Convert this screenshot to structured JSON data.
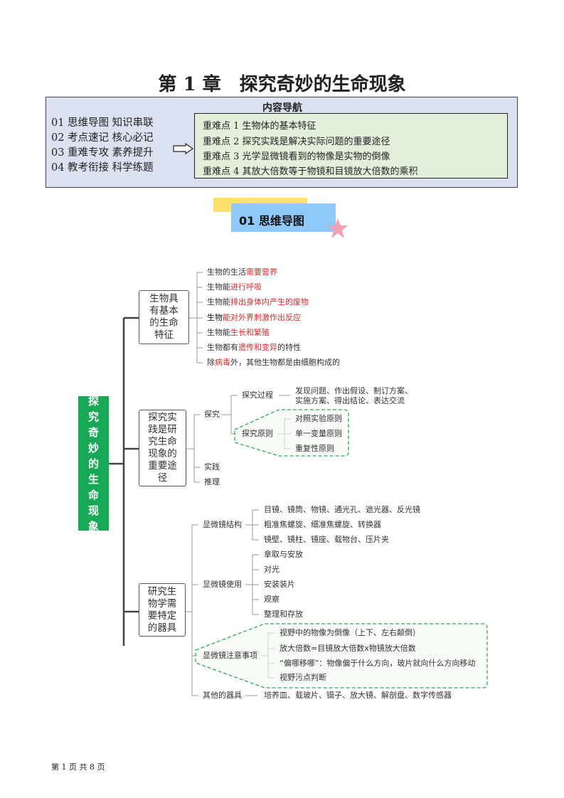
{
  "title": "第 1 章　探究奇妙的生命现象",
  "nav": {
    "heading": "内容导航",
    "sections": [
      "01  思维导图  知识串联",
      "02  考点速记  核心必记",
      "03  重难专攻  素养提升",
      "04  教考衔接  科学练题"
    ],
    "key_points": [
      "重难点 1 生物体的基本特征",
      "重难点 2 探究实践是解决实际问题的重要途径",
      "重难点 3 光学显微镜看到的物像是实物的倒像",
      "重难点 4 其放大倍数等于物镜和目镜放大倍数的乘积"
    ]
  },
  "banner": {
    "label": "01   思维导图"
  },
  "mindmap": {
    "root": [
      "探",
      "究",
      "奇",
      "妙",
      "的",
      "生",
      "命",
      "现",
      "象"
    ],
    "branch1": {
      "box": [
        "生物具",
        "有基本",
        "的生命",
        "特征"
      ],
      "items": [
        {
          "pre": "生物的生活",
          "hl": "需要营养",
          "post": ""
        },
        {
          "pre": "生物能",
          "hl": "进行呼吸",
          "post": ""
        },
        {
          "pre": "生物能",
          "hl": "排出身体内产生的废物",
          "post": ""
        },
        {
          "pre": "生物",
          "hl": "能对外界刺激作出反应",
          "post": ""
        },
        {
          "pre": "生物能",
          "hl": "生长和繁殖",
          "post": ""
        },
        {
          "pre": "生物都有",
          "hl": "遗传和变异",
          "post": "的特性"
        },
        {
          "pre": "除",
          "hl": "病毒",
          "post": "外，其他生物都是由细胞构成的"
        }
      ]
    },
    "branch2": {
      "box": [
        "探究实",
        "践是研",
        "究生命",
        "现象的",
        "重要途",
        "径"
      ],
      "explore": "探究",
      "process": "探究过程",
      "process_text": [
        "发现问题、作出假设、制订方案、",
        "实施方案、得出结论、表达交流"
      ],
      "principle": "探究原则",
      "principles": [
        "对照实验原则",
        "单一变量原则",
        "重复性原则"
      ],
      "practice": "实践",
      "reasoning": "推理"
    },
    "branch3": {
      "box": [
        "研究生",
        "物学需",
        "要特定",
        "的器具"
      ],
      "structure": "显微镜结构",
      "structure_items": [
        "目镜、镜筒、物镜、通光孔、遮光器、反光镜",
        "粗准焦螺旋、细准焦螺旋、转换器",
        "镜壁、镜柱、镜座、载物台、压片夹"
      ],
      "usage": "显微镜使用",
      "usage_items": [
        "拿取与安放",
        "对光",
        "安装装片",
        "观察",
        "整理和存放"
      ],
      "notes": "显微镜注意事项",
      "notes_items": [
        "视野中的物像为倒像（上下、左右颠倒）",
        "放大倍数=目镜放大倍数x物镜放大倍数",
        "“偏哪移哪”：物像偏于什么方向，玻片就向什么方向移动",
        "视野污点判断"
      ],
      "other": "其他的器具",
      "other_text": "培养皿、载玻片、镊子、放大镜、解剖盘、数字传感器"
    }
  },
  "footer": "第 1 页 共 8 页",
  "colors": {
    "root": "#18a957",
    "highlight": "#e8282a",
    "nav_bg": "#dae1f0",
    "keypoint_bg": "#e2efda",
    "banner_blue": "#8fc9f9",
    "banner_yellow": "#fde06a",
    "star": "#f4a0b5",
    "dash": "#2daa5f"
  }
}
